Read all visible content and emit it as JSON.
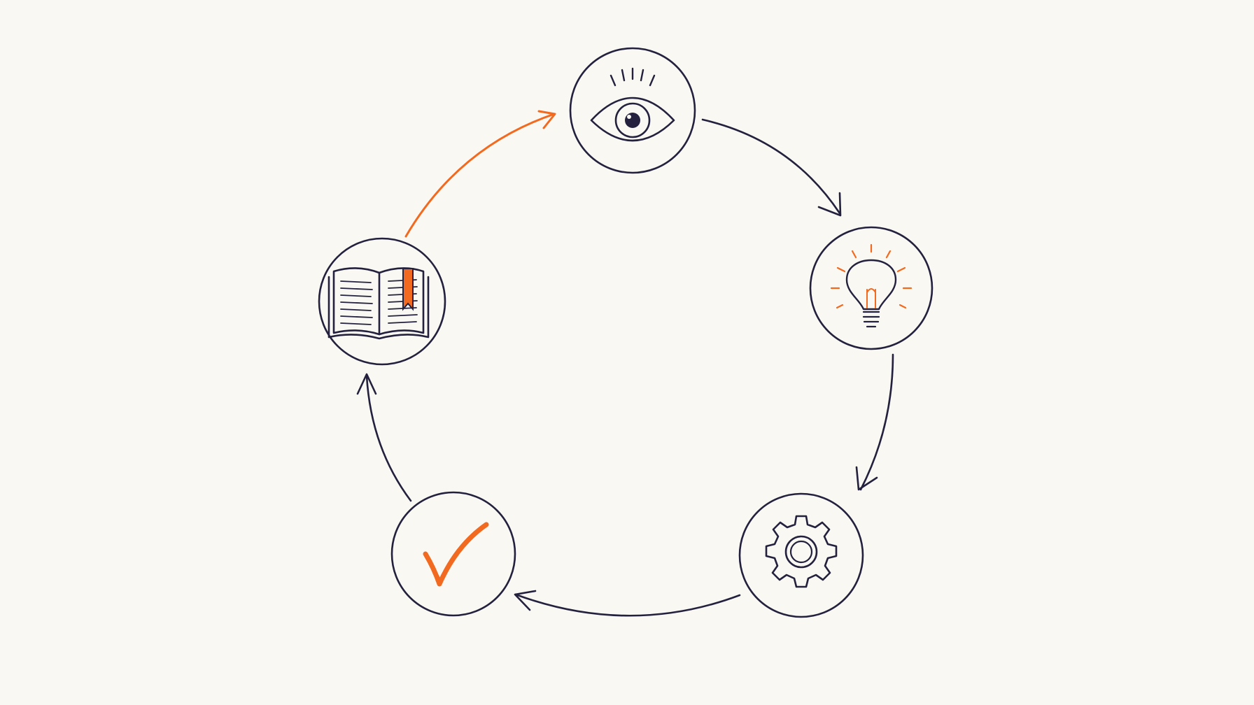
{
  "diagram": {
    "type": "cycle",
    "colors": {
      "background": "#f9f8f3",
      "ink": "#23213d",
      "accent": "#f26a1f"
    },
    "nodes": [
      {
        "id": "observe",
        "icon": "eye-icon"
      },
      {
        "id": "idea",
        "icon": "lightbulb-icon"
      },
      {
        "id": "build",
        "icon": "gear-icon"
      },
      {
        "id": "verify",
        "icon": "checkmark-icon"
      },
      {
        "id": "learn",
        "icon": "open-book-icon"
      }
    ],
    "edges": [
      {
        "from": "observe",
        "to": "idea",
        "color": "ink"
      },
      {
        "from": "idea",
        "to": "build",
        "color": "ink"
      },
      {
        "from": "build",
        "to": "verify",
        "color": "ink"
      },
      {
        "from": "verify",
        "to": "learn",
        "color": "ink"
      },
      {
        "from": "learn",
        "to": "observe",
        "color": "accent"
      }
    ]
  }
}
